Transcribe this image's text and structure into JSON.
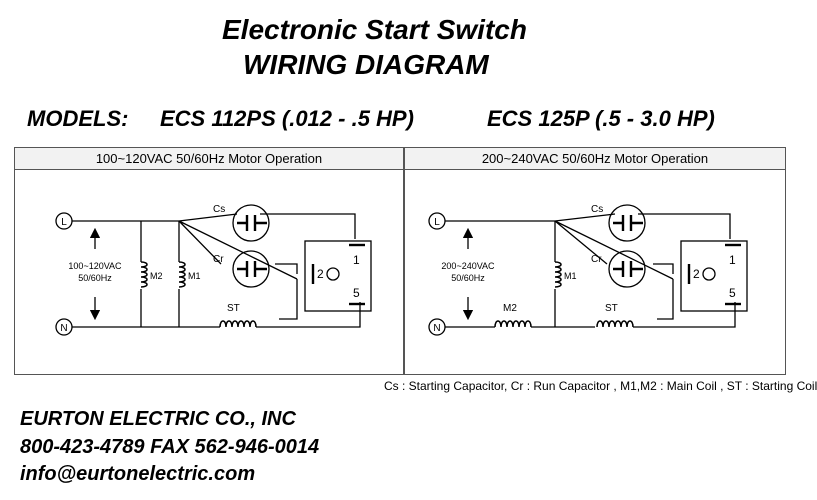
{
  "title_line1": "Electronic Start Switch",
  "title_line2": "WIRING DIAGRAM",
  "models": {
    "label": "MODELS:",
    "model1": "ECS 112PS (.012 - .5 HP)",
    "model2": "ECS 125P (.5 - 3.0 HP)"
  },
  "left_panel": {
    "header": "100~120VAC 50/60Hz Motor Operation",
    "voltage_line1": "100~120VAC",
    "voltage_line2": "50/60Hz",
    "line_terminal": "L",
    "neutral_terminal": "N",
    "cs_label": "Cs",
    "cr_label": "Cr",
    "m1_label": "M1",
    "m2_label": "M2",
    "st_label": "ST",
    "term1": "1",
    "term2": "2",
    "term5": "5"
  },
  "right_panel": {
    "header": "200~240VAC 50/60Hz Motor Operation",
    "voltage_line1": "200~240VAC",
    "voltage_line2": "50/60Hz",
    "line_terminal": "L",
    "neutral_terminal": "N",
    "cs_label": "Cs",
    "cr_label": "Cr",
    "m1_label": "M1",
    "m2_label": "M2",
    "st_label": "ST",
    "term1": "1",
    "term2": "2",
    "term5": "5"
  },
  "legend": "Cs : Starting Capacitor, Cr : Run Capacitor , M1,M2 : Main Coil , ST : Starting Coil",
  "company": {
    "name": "EURTON ELECTRIC CO., INC",
    "phone_fax": "800-423-4789  FAX  562-946-0014",
    "email": "info@eurtonelectric.com"
  }
}
